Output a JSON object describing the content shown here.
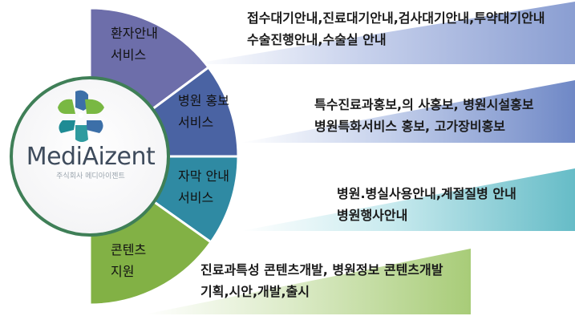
{
  "logo": {
    "name": "MediAizent",
    "subtitle": "주식회사 메디아이젠트"
  },
  "segments": [
    {
      "line1": "환자안내",
      "line2": "서비스",
      "color": "#6d6eaa"
    },
    {
      "line1": "병원 홍보",
      "line2": "서비스",
      "color": "#4a63a3"
    },
    {
      "line1": "자막 안내",
      "line2": "서비스",
      "color": "#2f8aa3"
    },
    {
      "line1": "콘텐츠",
      "line2": "지원",
      "color": "#82b145"
    }
  ],
  "panels": [
    {
      "line1": "접수대기안내,진료대기안내,검사대기안내,투약대기안내",
      "line2": "수술진행안내,수술실 안내",
      "color": "#8a9ed2"
    },
    {
      "line1": "특수진료과홍보,의 사홍보, 병원시설홍보",
      "line2": "병원특화서비스 홍보, 고가장비홍보",
      "color": "#6f88c6"
    },
    {
      "line1": "병원.병실사용안내,계절질병 안내",
      "line2": "병원행사안내",
      "color": "#66bcc7"
    },
    {
      "line1": "진료과특성 콘텐츠개발, 병원정보 콘텐츠개발",
      "line2": "기획,시안,개발,출시",
      "color": "#a8cc78"
    }
  ]
}
